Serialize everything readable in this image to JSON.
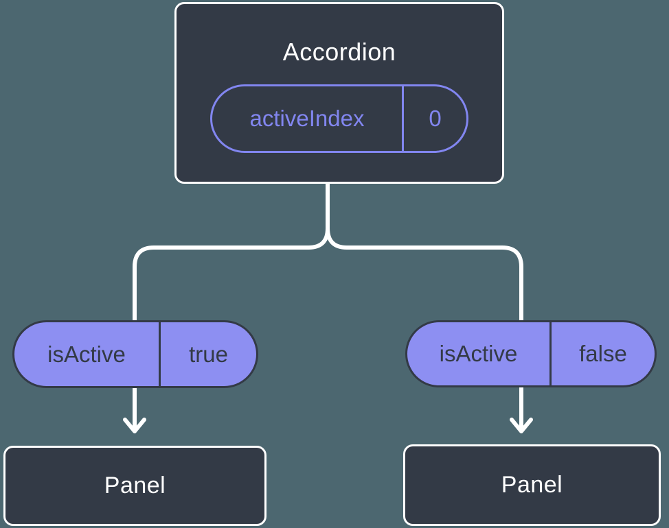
{
  "diagram": {
    "type": "component-tree",
    "root": {
      "title": "Accordion",
      "state": {
        "name": "activeIndex",
        "value": "0"
      }
    },
    "children": [
      {
        "prop": {
          "name": "isActive",
          "value": "true"
        },
        "node": {
          "title": "Panel"
        }
      },
      {
        "prop": {
          "name": "isActive",
          "value": "false"
        },
        "node": {
          "title": "Panel"
        }
      }
    ],
    "icons": {
      "arrow": "arrow-down"
    },
    "colors": {
      "background": "#4C6770",
      "node_fill": "#333A46",
      "node_border": "#FFFFFF",
      "accent": "#8286F0",
      "pill_fill": "#8D8FF2",
      "pill_text": "#333A46",
      "connector": "#FFFFFF"
    }
  }
}
